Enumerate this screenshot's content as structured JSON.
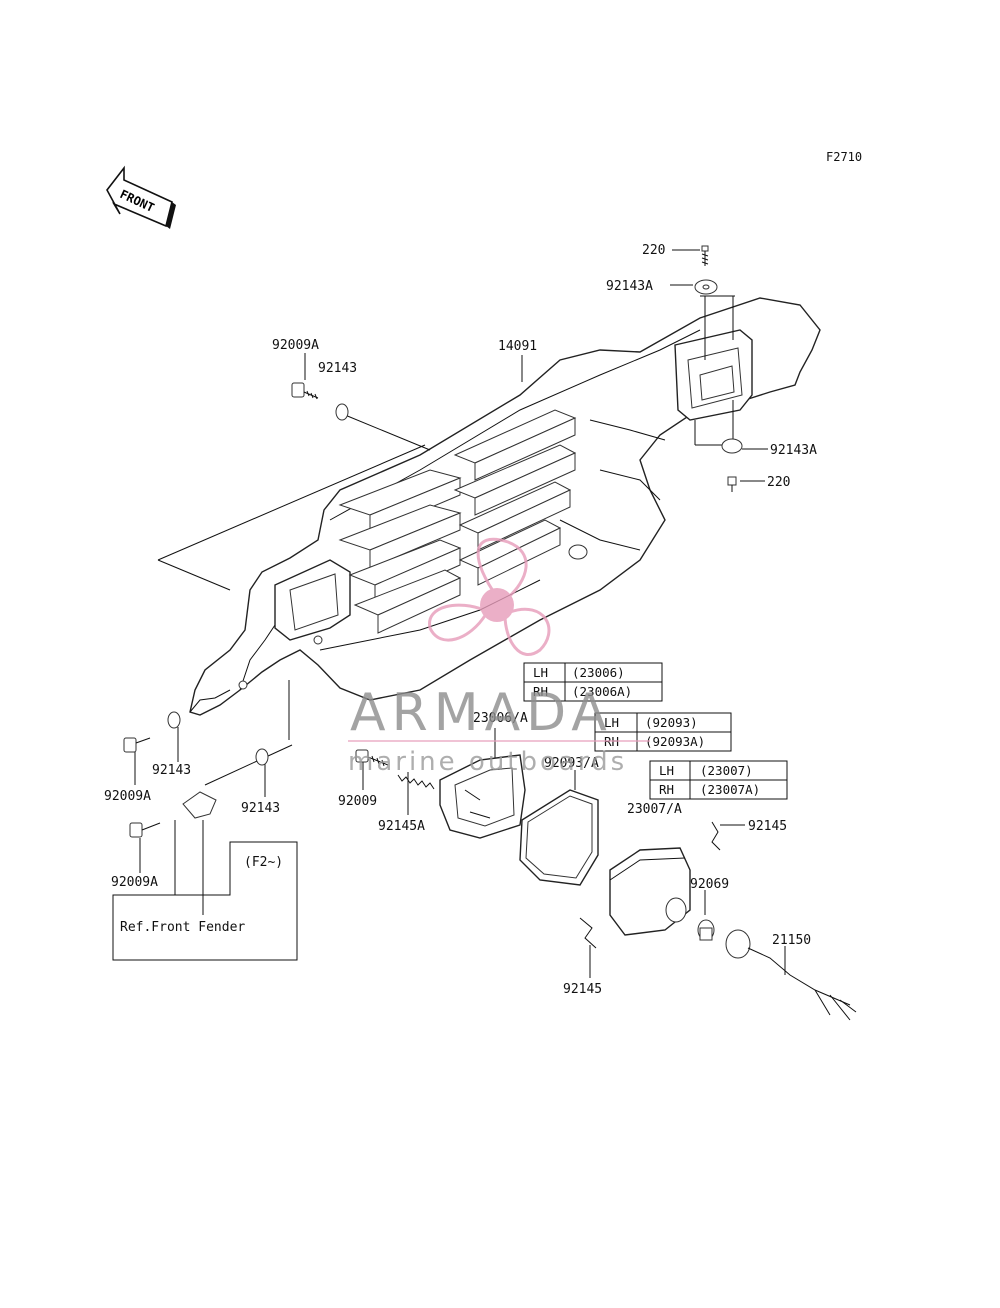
{
  "figure_code": "F2710",
  "front_arrow_text": "FRONT",
  "parts": {
    "p220_top": "220",
    "p92143A_top": "92143A",
    "p14091": "14091",
    "p92009A_a": "92009A",
    "p92143_a": "92143",
    "p92143A_bot": "92143A",
    "p220_bot": "220",
    "p92009A_b": "92009A",
    "p92143_b": "92143",
    "p92143_c": "92143",
    "p92009A_c": "92009A",
    "p92009": "92009",
    "p92145A": "92145A",
    "p23006A": "23006/A",
    "p92093A": "92093/A",
    "p23007A": "23007/A",
    "p92145_a": "92145",
    "p92069": "92069",
    "p21150": "21150",
    "p92145_b": "92145"
  },
  "tables": {
    "t23006": {
      "r1c1": "LH",
      "r1c2": "(23006)",
      "r2c1": "RH",
      "r2c2": "(23006A)"
    },
    "t92093": {
      "r1c1": "LH",
      "r1c2": "(92093)",
      "r2c1": "RH",
      "r2c2": "(92093A)"
    },
    "t23007": {
      "r1c1": "LH",
      "r1c2": "(23007)",
      "r2c1": "RH",
      "r2c2": "(23007A)"
    }
  },
  "reference_box": {
    "model_range": "(F2~)",
    "ref_text": "Ref.Front Fender"
  },
  "watermark": {
    "brand": "ARMADA",
    "tagline": "marine outboards",
    "logo_color": "#e79cba",
    "text_color": "#9a9a9a"
  }
}
